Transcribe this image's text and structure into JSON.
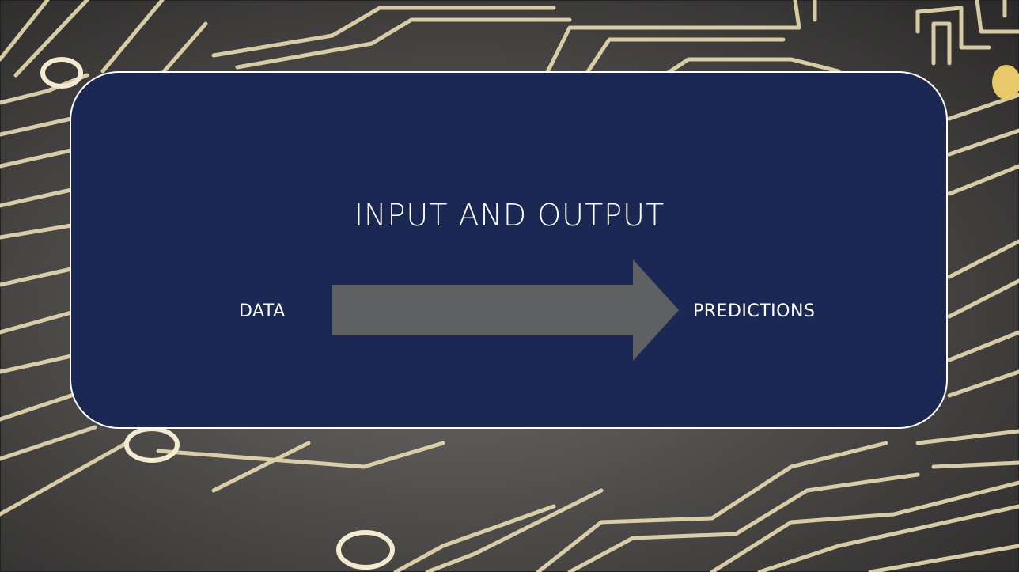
{
  "slide": {
    "title": "INPUT AND OUTPUT",
    "input_label": "DATA",
    "output_label": "PREDICTIONS"
  },
  "colors": {
    "card_fill": "#1b2853",
    "card_border": "#ffffff",
    "arrow_fill": "#5f6062",
    "trace_color": "#e9dcb0",
    "background": "#545250"
  }
}
